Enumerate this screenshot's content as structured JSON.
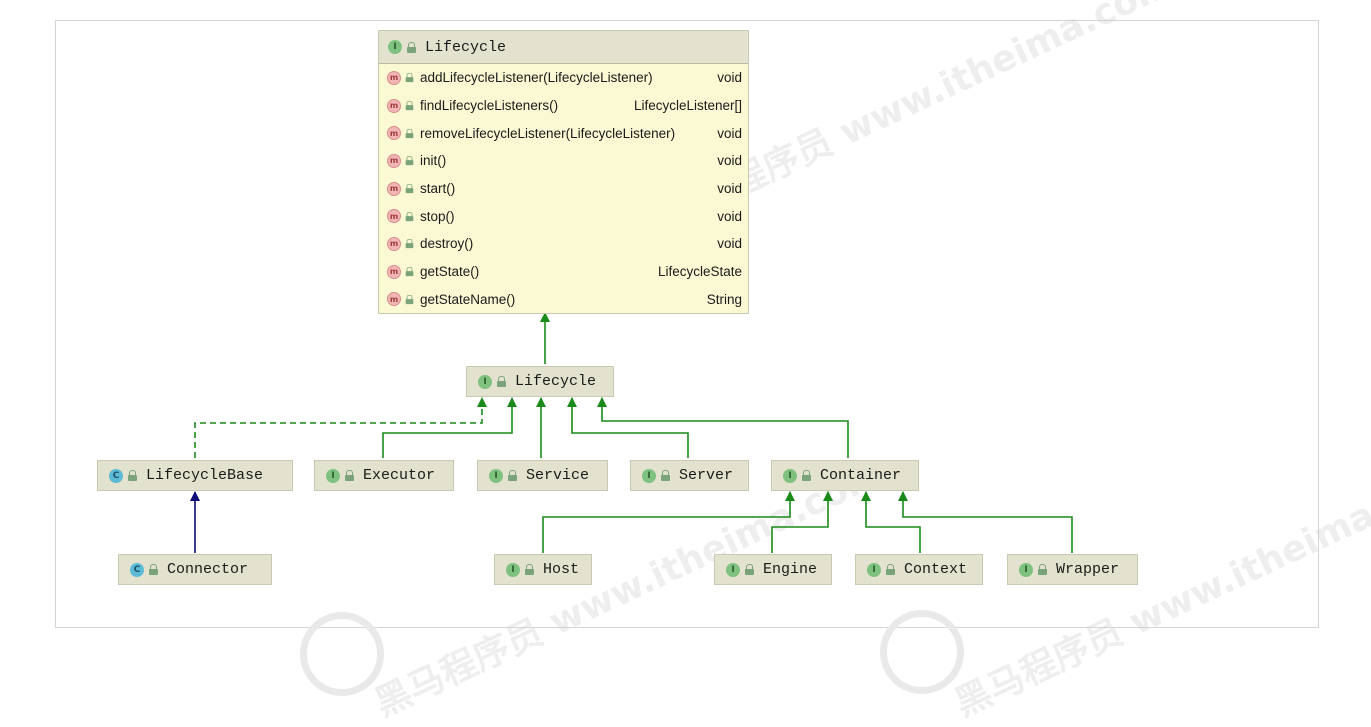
{
  "detail": {
    "title": "Lifecycle",
    "methods": [
      {
        "name": "addLifecycleListener(LifecycleListener)",
        "returns": "void"
      },
      {
        "name": "findLifecycleListeners()",
        "returns": "LifecycleListener[]"
      },
      {
        "name": "removeLifecycleListener(LifecycleListener)",
        "returns": "void"
      },
      {
        "name": "init()",
        "returns": "void"
      },
      {
        "name": "start()",
        "returns": "void"
      },
      {
        "name": "stop()",
        "returns": "void"
      },
      {
        "name": "destroy()",
        "returns": "void"
      },
      {
        "name": "getState()",
        "returns": "LifecycleState"
      },
      {
        "name": "getStateName()",
        "returns": "String"
      }
    ]
  },
  "nodes": {
    "lifecycle": {
      "label": "Lifecycle",
      "kind": "I"
    },
    "lifecycle_base": {
      "label": "LifecycleBase",
      "kind": "C"
    },
    "executor": {
      "label": "Executor",
      "kind": "I"
    },
    "service": {
      "label": "Service",
      "kind": "I"
    },
    "server": {
      "label": "Server",
      "kind": "I"
    },
    "container": {
      "label": "Container",
      "kind": "I"
    },
    "connector": {
      "label": "Connector",
      "kind": "C"
    },
    "host": {
      "label": "Host",
      "kind": "I"
    },
    "engine": {
      "label": "Engine",
      "kind": "I"
    },
    "context": {
      "label": "Context",
      "kind": "I"
    },
    "wrapper": {
      "label": "Wrapper",
      "kind": "I"
    }
  },
  "badges": {
    "interface": "I",
    "class": "C",
    "method": "m"
  },
  "colors": {
    "inheritance_edge": "#1a8a1a",
    "class_edge": "#0a0a7a",
    "node_fill": "#e3e2ce",
    "detail_fill": "#fbf9d4"
  },
  "watermark": "黑马程序员 www.itheima.com"
}
